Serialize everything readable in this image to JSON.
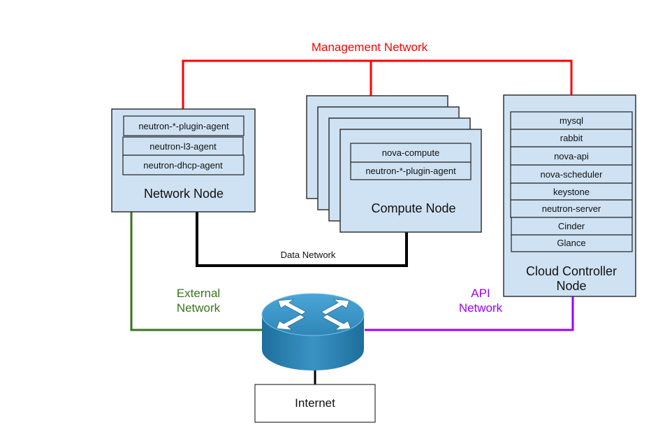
{
  "networks": {
    "management": {
      "label": "Management Network",
      "color": "#ff0000"
    },
    "data": {
      "label": "Data Network",
      "color": "#000000"
    },
    "external": {
      "label_line1": "External",
      "label_line2": "Network",
      "color": "#38761d"
    },
    "api": {
      "label_line1": "API",
      "label_line2": "Network",
      "color": "#9900ff"
    }
  },
  "network_node": {
    "title": "Network Node",
    "services": [
      "neutron-*-plugin-agent",
      "neutron-l3-agent",
      "neutron-dhcp-agent"
    ]
  },
  "compute_node": {
    "title": "Compute Node",
    "services": [
      "nova-compute",
      "neutron-*-plugin-agent"
    ]
  },
  "controller_node": {
    "title_line1": "Cloud Controller",
    "title_line2": "Node",
    "services": [
      "mysql",
      "rabbit",
      "nova-api",
      "nova-scheduler",
      "keystone",
      "neutron-server",
      "Cinder",
      "Glance"
    ]
  },
  "router": {
    "icon": "router-icon"
  },
  "internet": {
    "label": "Internet"
  }
}
